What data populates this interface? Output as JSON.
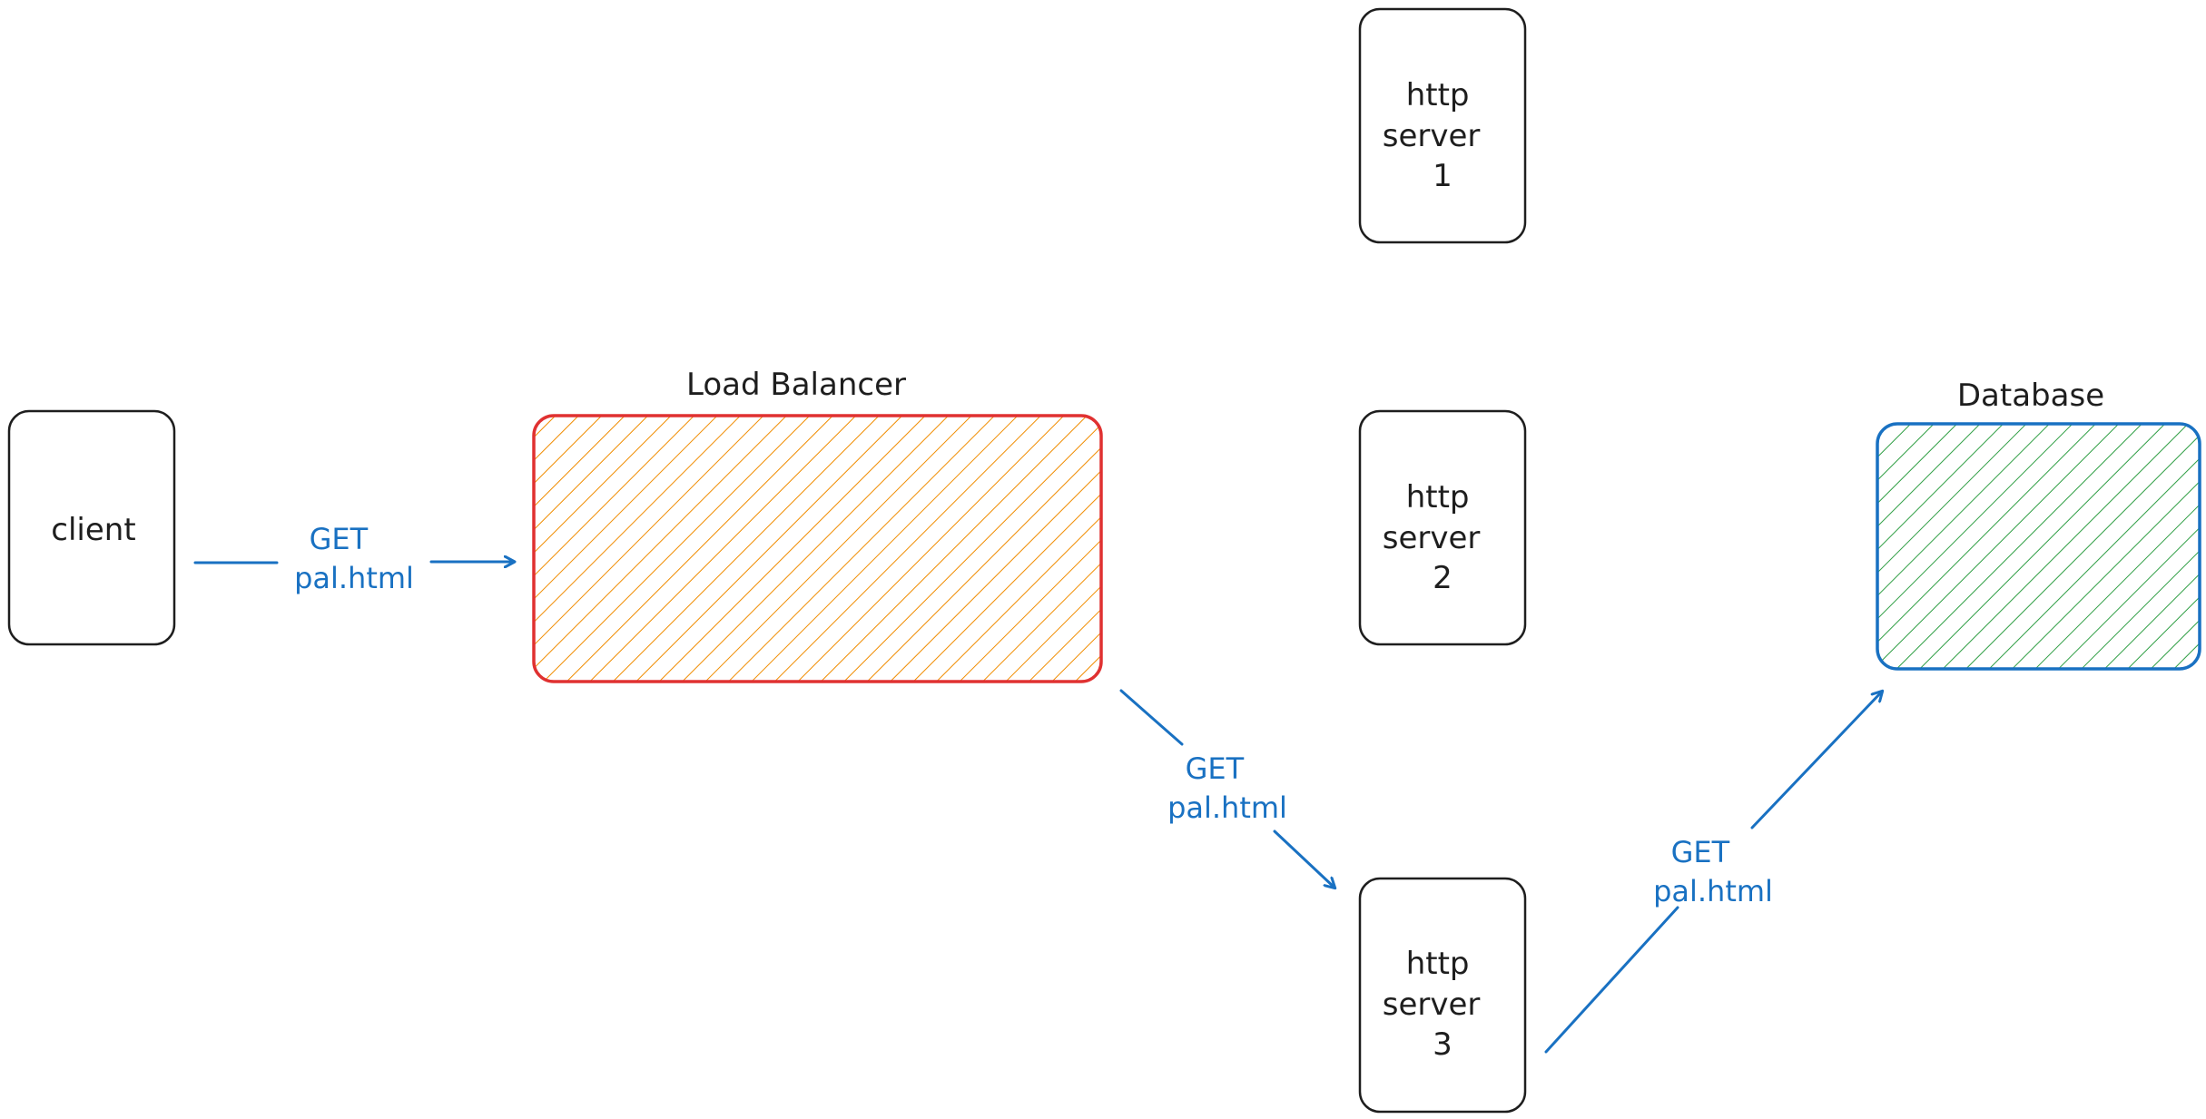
{
  "nodes": {
    "client": {
      "lines": [
        "client"
      ]
    },
    "server1": {
      "lines": [
        "http",
        "server",
        "1"
      ]
    },
    "server2": {
      "lines": [
        "http",
        "server",
        "2"
      ]
    },
    "server3": {
      "lines": [
        "http",
        "server",
        "3"
      ]
    },
    "load_balancer": {
      "title": "Load Balancer"
    },
    "database": {
      "title": "Database"
    }
  },
  "edges": {
    "client_to_lb": {
      "lines": [
        "GET",
        "pal.html"
      ]
    },
    "lb_to_server3": {
      "lines": [
        "GET",
        "pal.html"
      ]
    },
    "server3_to_db": {
      "lines": [
        "GET",
        "pal.html"
      ]
    }
  },
  "colors": {
    "stroke": "#1e1e1e",
    "arrow": "#1971c2",
    "lb_border": "#e03131",
    "lb_hatch": "#f08c00",
    "db_border": "#1971c2",
    "db_hatch": "#2f9e44"
  }
}
